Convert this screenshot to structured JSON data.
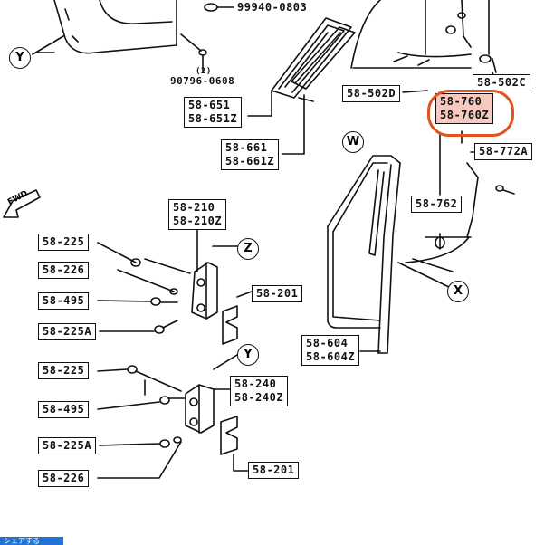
{
  "diagram": {
    "fwd_label": "FWD",
    "callouts": {
      "y_top": "Y",
      "y_mid": "Y",
      "z": "Z",
      "w": "W",
      "x": "X"
    },
    "parts": {
      "p99940": "99940-0803",
      "p90796_qty": "(2)",
      "p90796": "90796-0608",
      "p58651": "58-651",
      "p58651z": "58-651Z",
      "p58661": "58-661",
      "p58661z": "58-661Z",
      "p58502d": "58-502D",
      "p58502c": "58-502C",
      "p58760": "58-760",
      "p58760z": "58-760Z",
      "p58772a": "58-772A",
      "p58762": "58-762",
      "p58210": "58-210",
      "p58210z": "58-210Z",
      "p58225_a": "58-225",
      "p58226_a": "58-226",
      "p58495_a": "58-495",
      "p58225A_a": "58-225A",
      "p58201_a": "58-201",
      "p58604": "58-604",
      "p58604z": "58-604Z",
      "p58240": "58-240",
      "p58240z": "58-240Z",
      "p58225_b": "58-225",
      "p58495_b": "58-495",
      "p58225A_b": "58-225A",
      "p58226_b": "58-226",
      "p58201_b": "58-201"
    },
    "highlight_color": "#e2541d"
  },
  "footer": {
    "share_label": "シェアする"
  }
}
